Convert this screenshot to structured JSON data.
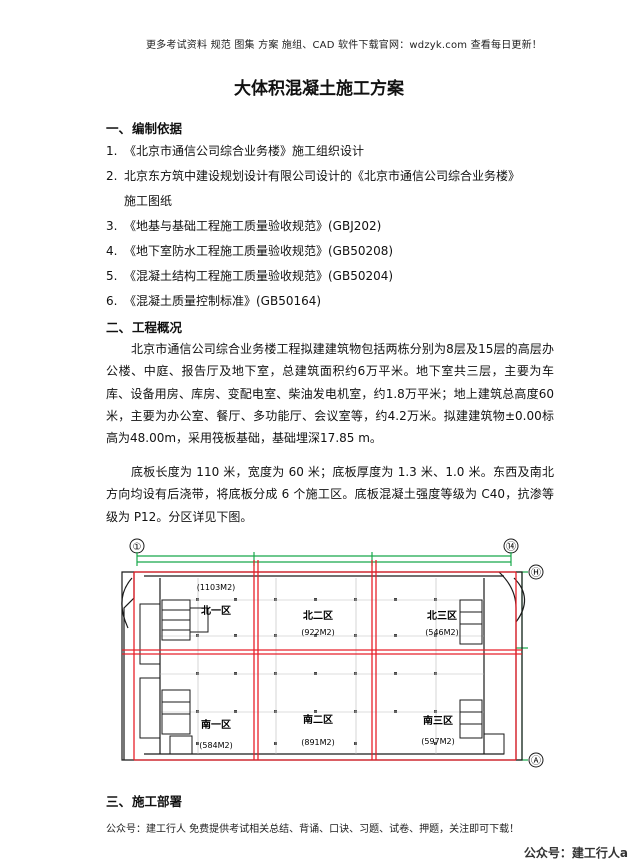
{
  "header": "更多考试资料 规范 图集 方案 施组、CAD 软件下载官网：wdzyk.com 查看每日更新！",
  "title": "大体积混凝土施工方案",
  "section1": {
    "num": "一、",
    "label": "编制依据"
  },
  "basis": [
    {
      "num": "1.",
      "text": "《北京市通信公司综合业务楼》施工组织设计"
    },
    {
      "num": "2.",
      "text": "北京东方筑中建设规划设计有限公司设计的《北京市通信公司综合业务楼》"
    },
    {
      "num": "",
      "text": "施工图纸"
    },
    {
      "num": "3.",
      "text": "《地基与基础工程施工质量验收规范》(GBJ202)"
    },
    {
      "num": "4.",
      "text": "《地下室防水工程施工质量验收规范》(GB50208)"
    },
    {
      "num": "5.",
      "text": "《混凝土结构工程施工质量验收规范》(GB50204)"
    },
    {
      "num": "6.",
      "text": "《混凝土质量控制标准》(GB50164)"
    }
  ],
  "section2": {
    "num": "二、",
    "label": "工程概况"
  },
  "para1": "北京市通信公司综合业务楼工程拟建建筑物包括两栋分别为8层及15层的高层办公楼、中庭、报告厅及地下室，总建筑面积约6万平米。地下室共三层，主要为车库、设备用房、库房、变配电室、柴油发电机室，约1.8万平米；地上建筑总高度60米，主要为办公室、餐厅、多功能厅、会议室等，约4.2万米。拟建建筑物±0.00标高为48.00m，采用筏板基础，基础埋深17.85 m。",
  "para2": "底板长度为 110 米，宽度为 60 米；底板厚度为 1.3 米、1.0 米。东西及南北方向均设有后浇带，将底板分成 6 个施工区。底板混凝土强度等级为 C40，抗渗等级为 P12。分区详见下图。",
  "plan": {
    "axis_left": "①",
    "axis_right": "⑭",
    "axis_top": "Ⓗ",
    "axis_bottom": "Ⓐ",
    "zones": [
      {
        "name": "北一区",
        "area": "(1103M2)"
      },
      {
        "name": "北二区",
        "area": "(922M2)"
      },
      {
        "name": "北三区",
        "area": "(546M2)"
      },
      {
        "name": "南一区",
        "area": "(584M2)"
      },
      {
        "name": "南二区",
        "area": "(891M2)"
      },
      {
        "name": "南三区",
        "area": "(597M2)"
      }
    ],
    "colors": {
      "red": "#e8202a",
      "green": "#18a84a",
      "line": "#1a1a1a"
    }
  },
  "section3": {
    "num": "三、",
    "label": "施工部署"
  },
  "footer": "公众号：建工行人 免费提供考试相关总结、背诵、口诀、习题、试卷、押题，关注即可下载！",
  "watermark": "公众号：建工行人a"
}
